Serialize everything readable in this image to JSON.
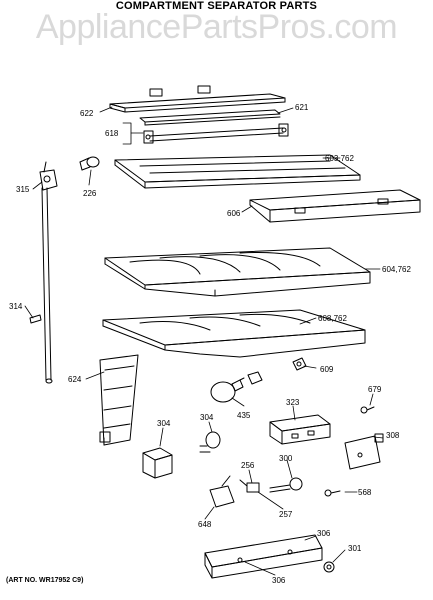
{
  "title": "COMPARTMENT SEPARATOR PARTS",
  "watermark": "AppliancePartsPros.com",
  "art_number": "(ART NO. WR17952 C9)",
  "callouts": {
    "c622": "622",
    "c621": "621",
    "c618": "618",
    "c603": "603,762",
    "c315": "315",
    "c226": "226",
    "c606": "606",
    "c604": "604,762",
    "c314": "314",
    "c608": "608,762",
    "c609": "609",
    "c624": "624",
    "c679": "679",
    "c435": "435",
    "c304a": "304",
    "c304b": "304",
    "c323": "323",
    "c308": "308",
    "c256": "256",
    "c300": "300",
    "c568": "568",
    "c257": "257",
    "c648": "648",
    "c306a": "306",
    "c301": "301",
    "c306b": "306"
  }
}
